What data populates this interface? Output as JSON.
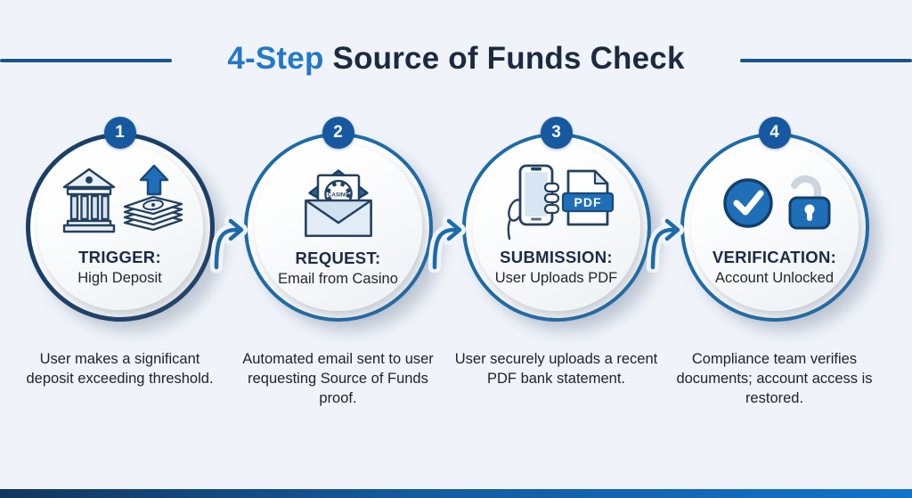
{
  "header": {
    "title_accent": "4-Step",
    "title_main": "Source of Funds Check"
  },
  "steps": [
    {
      "number": "1",
      "icon": "bank-deposit-icon",
      "title": "TRIGGER:",
      "subtitle": "High Deposit",
      "description": "User makes a significant deposit exceeding threshold."
    },
    {
      "number": "2",
      "icon": "casino-email-icon",
      "title": "REQUEST:",
      "subtitle": "Email from Casino",
      "description": "Automated email sent to user requesting Source of Funds proof."
    },
    {
      "number": "3",
      "icon": "phone-pdf-upload-icon",
      "title": "SUBMISSION:",
      "subtitle": "User Uploads PDF",
      "description": "User securely uploads a recent PDF bank statement."
    },
    {
      "number": "4",
      "icon": "check-unlock-icon",
      "title": "VERIFICATION:",
      "subtitle": "Account Unlocked",
      "description": "Compliance team verifies documents; account access is restored."
    }
  ],
  "icon_labels": {
    "pdf": "PDF",
    "casino": "CASINO"
  },
  "colors": {
    "accent_blue": "#2478c8",
    "title_navy": "#1b2a40",
    "ring_blue": "#1e6ba8",
    "ring_navy": "#1c3f69",
    "badge_blue": "#1659a0",
    "icon_blue": "#1f6fb8",
    "icon_outline": "#24415f",
    "background": "#f0f4fa",
    "footer_gradient_start": "#14365e",
    "footer_gradient_end": "#1273c9"
  }
}
